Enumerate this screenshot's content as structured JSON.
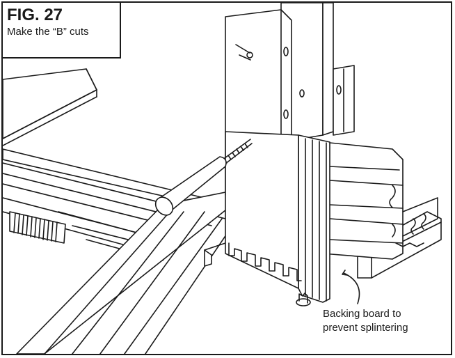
{
  "figure": {
    "number": "FIG. 27",
    "caption": "Make the “B” cuts"
  },
  "callouts": {
    "backing_line1": "Backing board to",
    "backing_line2": "prevent splintering"
  }
}
